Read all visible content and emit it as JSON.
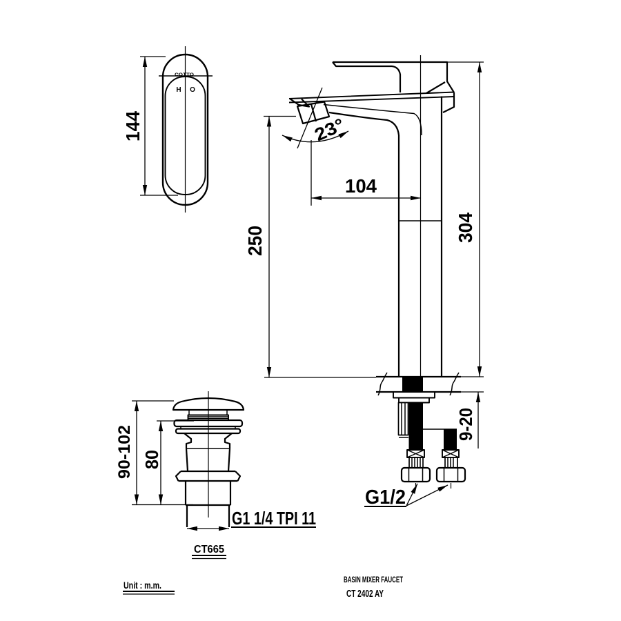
{
  "drawing": {
    "title": {
      "product_type": "BASIN MIXER FAUCET",
      "model": "CT 2402 AY"
    },
    "unit_label": "Unit : m.m.",
    "drain_model": "CT665",
    "dimensions": {
      "handle_length": "144",
      "spout_height": "250",
      "overall_height": "304",
      "spout_reach": "104",
      "spout_angle": "23°",
      "deck_thickness_range": "9-20",
      "drain_height_range": "90-102",
      "drain_body_height": "80",
      "drain_thread": "G1 1/4 TPI 11",
      "supply_thread": "G1/2"
    },
    "handle_markings": {
      "logo": "COTTO",
      "hot_marker": "H",
      "cold_marker": "O"
    },
    "colors": {
      "line": "#000000",
      "background": "#ffffff"
    }
  }
}
